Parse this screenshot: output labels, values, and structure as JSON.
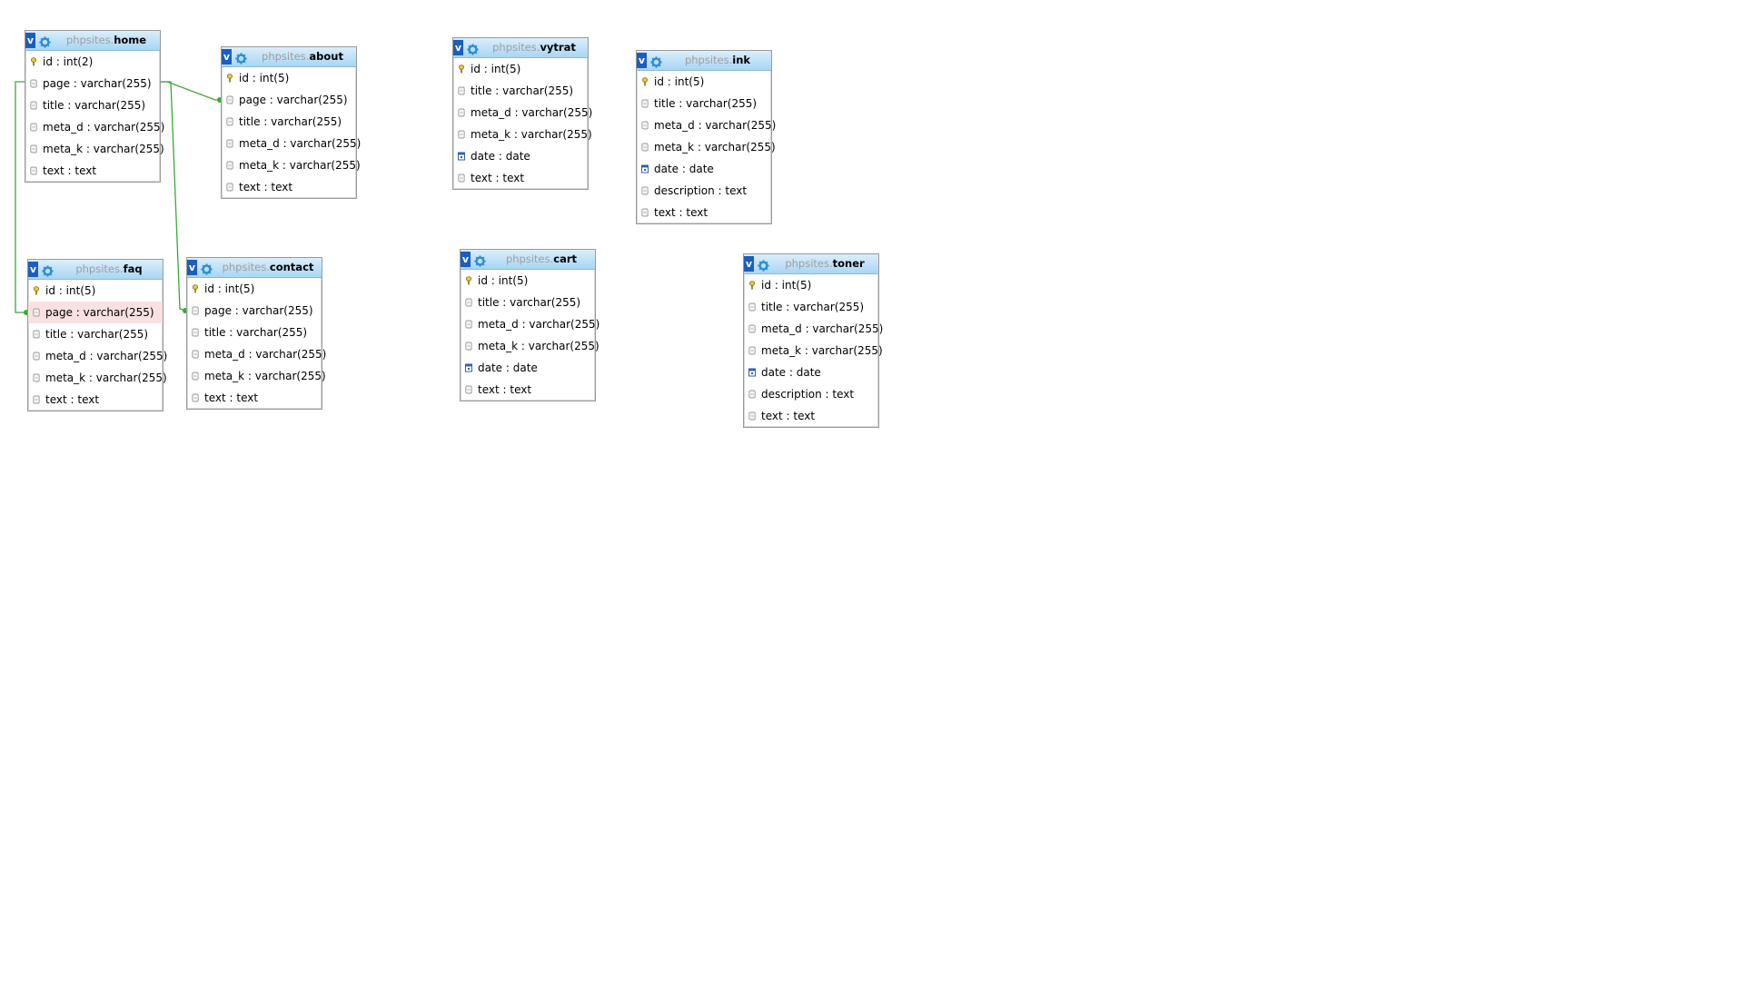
{
  "designer": {
    "toggle_label": "v",
    "separator": ".",
    "field_separator": " : ",
    "colors": {
      "header_top": "#dbeefb",
      "header_bottom": "#a8d6f4",
      "toggle": "#1b5ec2",
      "gear": "#2a8fd6",
      "relation_line": "#3aaa35",
      "highlight_row": "#f9e1e1"
    },
    "tables": [
      {
        "db": "phpsites",
        "name": "home",
        "columns": [
          {
            "name": "id",
            "type": "int(2)",
            "icon": "key-icon"
          },
          {
            "name": "page",
            "type": "varchar(255)",
            "icon": "column-icon"
          },
          {
            "name": "title",
            "type": "varchar(255)",
            "icon": "column-icon"
          },
          {
            "name": "meta_d",
            "type": "varchar(255)",
            "icon": "column-icon"
          },
          {
            "name": "meta_k",
            "type": "varchar(255)",
            "icon": "column-icon"
          },
          {
            "name": "text",
            "type": "text",
            "icon": "column-icon"
          }
        ]
      },
      {
        "db": "phpsites",
        "name": "about",
        "columns": [
          {
            "name": "id",
            "type": "int(5)",
            "icon": "key-icon"
          },
          {
            "name": "page",
            "type": "varchar(255)",
            "icon": "column-icon"
          },
          {
            "name": "title",
            "type": "varchar(255)",
            "icon": "column-icon"
          },
          {
            "name": "meta_d",
            "type": "varchar(255)",
            "icon": "column-icon"
          },
          {
            "name": "meta_k",
            "type": "varchar(255)",
            "icon": "column-icon"
          },
          {
            "name": "text",
            "type": "text",
            "icon": "column-icon"
          }
        ]
      },
      {
        "db": "phpsites",
        "name": "vytrat",
        "columns": [
          {
            "name": "id",
            "type": "int(5)",
            "icon": "key-icon"
          },
          {
            "name": "title",
            "type": "varchar(255)",
            "icon": "column-icon"
          },
          {
            "name": "meta_d",
            "type": "varchar(255)",
            "icon": "column-icon"
          },
          {
            "name": "meta_k",
            "type": "varchar(255)",
            "icon": "column-icon"
          },
          {
            "name": "date",
            "type": "date",
            "icon": "date-icon"
          },
          {
            "name": "text",
            "type": "text",
            "icon": "column-icon"
          }
        ]
      },
      {
        "db": "phpsites",
        "name": "ink",
        "columns": [
          {
            "name": "id",
            "type": "int(5)",
            "icon": "key-icon"
          },
          {
            "name": "title",
            "type": "varchar(255)",
            "icon": "column-icon"
          },
          {
            "name": "meta_d",
            "type": "varchar(255)",
            "icon": "column-icon"
          },
          {
            "name": "meta_k",
            "type": "varchar(255)",
            "icon": "column-icon"
          },
          {
            "name": "date",
            "type": "date",
            "icon": "date-icon"
          },
          {
            "name": "description",
            "type": "text",
            "icon": "column-icon"
          },
          {
            "name": "text",
            "type": "text",
            "icon": "column-icon"
          }
        ]
      },
      {
        "db": "phpsites",
        "name": "faq",
        "columns": [
          {
            "name": "id",
            "type": "int(5)",
            "icon": "key-icon"
          },
          {
            "name": "page",
            "type": "varchar(255)",
            "icon": "column-icon",
            "highlighted": true
          },
          {
            "name": "title",
            "type": "varchar(255)",
            "icon": "column-icon"
          },
          {
            "name": "meta_d",
            "type": "varchar(255)",
            "icon": "column-icon"
          },
          {
            "name": "meta_k",
            "type": "varchar(255)",
            "icon": "column-icon"
          },
          {
            "name": "text",
            "type": "text",
            "icon": "column-icon"
          }
        ]
      },
      {
        "db": "phpsites",
        "name": "contact",
        "columns": [
          {
            "name": "id",
            "type": "int(5)",
            "icon": "key-icon"
          },
          {
            "name": "page",
            "type": "varchar(255)",
            "icon": "column-icon"
          },
          {
            "name": "title",
            "type": "varchar(255)",
            "icon": "column-icon"
          },
          {
            "name": "meta_d",
            "type": "varchar(255)",
            "icon": "column-icon"
          },
          {
            "name": "meta_k",
            "type": "varchar(255)",
            "icon": "column-icon"
          },
          {
            "name": "text",
            "type": "text",
            "icon": "column-icon"
          }
        ]
      },
      {
        "db": "phpsites",
        "name": "cart",
        "columns": [
          {
            "name": "id",
            "type": "int(5)",
            "icon": "key-icon"
          },
          {
            "name": "title",
            "type": "varchar(255)",
            "icon": "column-icon"
          },
          {
            "name": "meta_d",
            "type": "varchar(255)",
            "icon": "column-icon"
          },
          {
            "name": "meta_k",
            "type": "varchar(255)",
            "icon": "column-icon"
          },
          {
            "name": "date",
            "type": "date",
            "icon": "date-icon"
          },
          {
            "name": "text",
            "type": "text",
            "icon": "column-icon"
          }
        ]
      },
      {
        "db": "phpsites",
        "name": "toner",
        "columns": [
          {
            "name": "id",
            "type": "int(5)",
            "icon": "key-icon"
          },
          {
            "name": "title",
            "type": "varchar(255)",
            "icon": "column-icon"
          },
          {
            "name": "meta_d",
            "type": "varchar(255)",
            "icon": "column-icon"
          },
          {
            "name": "meta_k",
            "type": "varchar(255)",
            "icon": "column-icon"
          },
          {
            "name": "date",
            "type": "date",
            "icon": "date-icon"
          },
          {
            "name": "description",
            "type": "text",
            "icon": "column-icon"
          },
          {
            "name": "text",
            "type": "text",
            "icon": "column-icon"
          }
        ]
      }
    ],
    "relations": [
      {
        "from_table": "home",
        "from_column": "page",
        "to_table": "about",
        "to_column": "page"
      },
      {
        "from_table": "home",
        "from_column": "page",
        "to_table": "faq",
        "to_column": "page"
      },
      {
        "from_table": "home",
        "from_column": "page",
        "to_table": "contact",
        "to_column": "page"
      }
    ]
  }
}
